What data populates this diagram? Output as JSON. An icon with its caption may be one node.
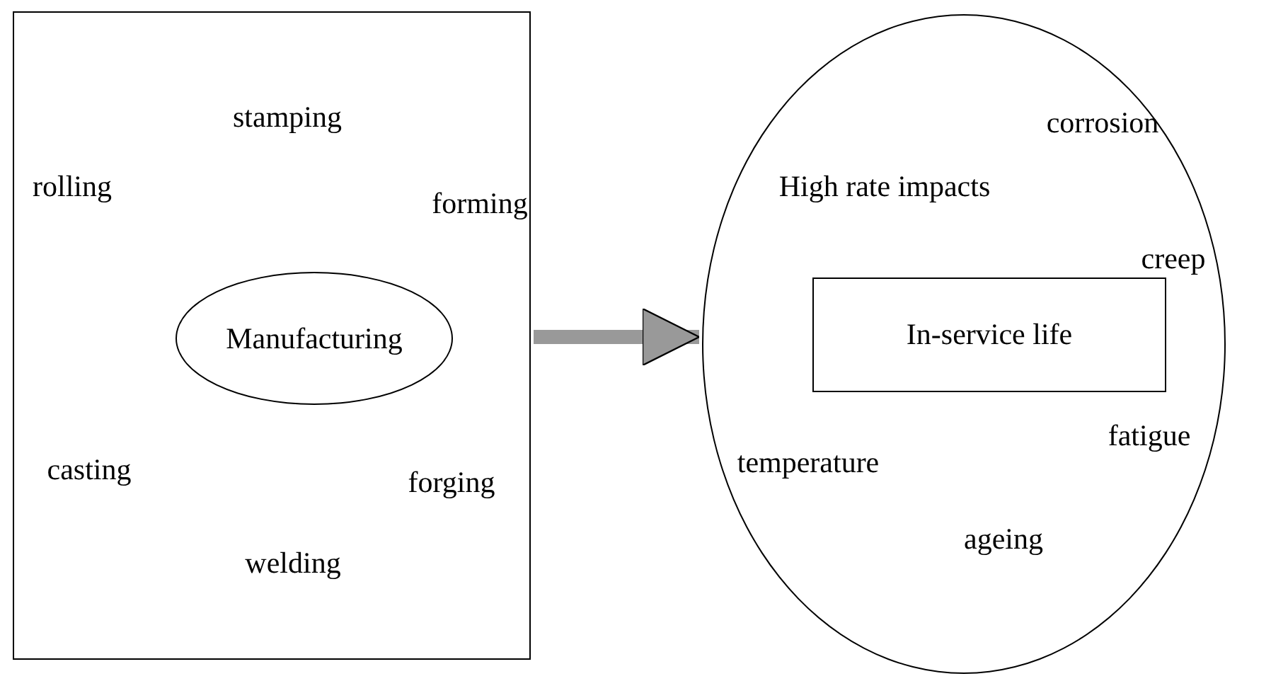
{
  "diagram": {
    "nodes": [
      {
        "text": [
          "stamping",
          "rolling",
          "forming",
          "casting",
          "forging",
          "welding"
        ]
      },
      {
        "text": [
          "Manufacturing"
        ],
        "in": 0
      },
      {
        "text": [
          "corrosion",
          "High rate impacts",
          "creep",
          "fatigue",
          "temperature",
          "ageing"
        ]
      },
      {
        "text": [
          "In-service life"
        ],
        "in": 2
      }
    ],
    "edges": [
      {
        "from": 0,
        "to": 2,
        "arrow": "to"
      }
    ]
  }
}
